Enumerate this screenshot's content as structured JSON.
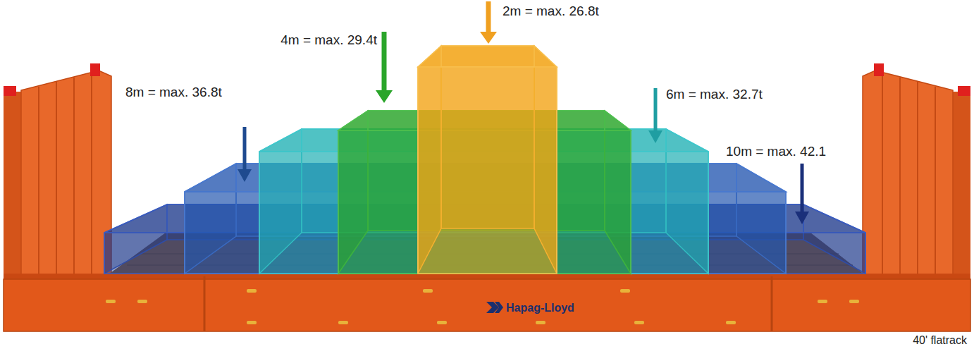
{
  "diagram": {
    "caption": "40' flatrack",
    "labels": [
      "2m = max. 26.8t",
      "4m = max. 29.4t",
      "8m = max. 36.8t",
      "6m = max. 32.7t",
      "10m = max. 42.1",
      "Hapag-Lloyd"
    ]
  }
}
